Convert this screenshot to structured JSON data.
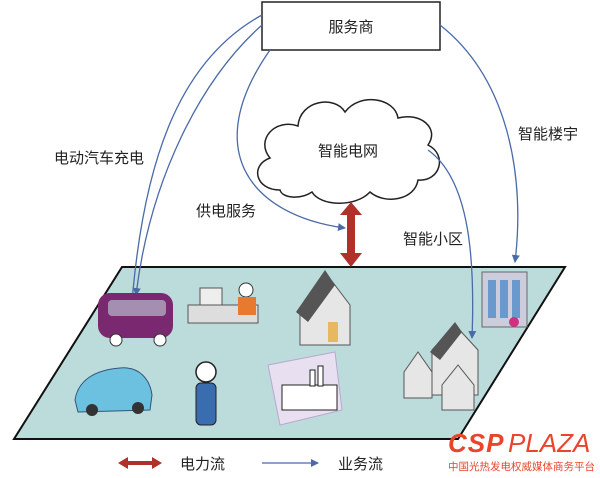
{
  "nodes": {
    "service_provider": "服务商",
    "smart_grid": "智能电网",
    "ev_charging": "电动汽车充电",
    "power_supply_service": "供电服务",
    "smart_building": "智能楼宇",
    "smart_community": "智能小区"
  },
  "legend": {
    "power_flow": "电力流",
    "business_flow": "业务流"
  },
  "watermark": {
    "brand": "CSPPLAZA",
    "tagline": "中国光热发电权威媒体商务平台"
  },
  "colors": {
    "power_arrow": "#b0302a",
    "business_arrow": "#4a6aa8",
    "platform": "#bcdcdc",
    "logo": "#e8452c"
  }
}
